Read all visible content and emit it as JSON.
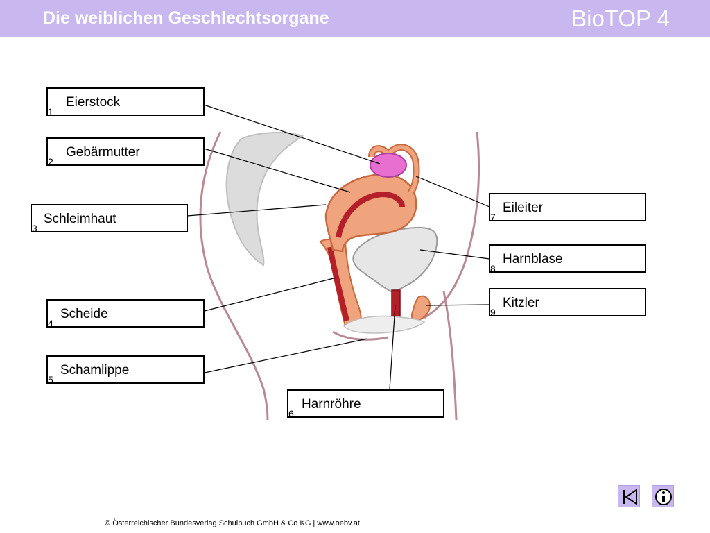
{
  "header": {
    "title": "Die weiblichen Geschlechtsorgane",
    "brand": "BioTOP 4"
  },
  "labels": [
    {
      "number": "1",
      "text": "Eierstock"
    },
    {
      "number": "2",
      "text": "Gebärmutter"
    },
    {
      "number": "3",
      "text": "Schleimhaut"
    },
    {
      "number": "4",
      "text": "Scheide"
    },
    {
      "number": "5",
      "text": "Schamlippe"
    },
    {
      "number": "6",
      "text": "Harnröhre"
    },
    {
      "number": "7",
      "text": "Eileiter"
    },
    {
      "number": "8",
      "text": "Harnblase"
    },
    {
      "number": "9",
      "text": "Kitzler"
    }
  ],
  "nav": {
    "back_icon": "skip-back-icon",
    "info_icon": "info-icon"
  },
  "footer": {
    "copyright": "© Österreichischer Bundesverlag Schulbuch GmbH & Co KG | www.oebv.at"
  },
  "colors": {
    "header_bg": "#c9b7f0",
    "tissue": "#f0a47e",
    "tissue_dark": "#c86a40",
    "mucosa": "#b3202a",
    "ovary": "#e86fcf",
    "bladder": "#e6e6e6",
    "body_outline": "#b88a95"
  }
}
